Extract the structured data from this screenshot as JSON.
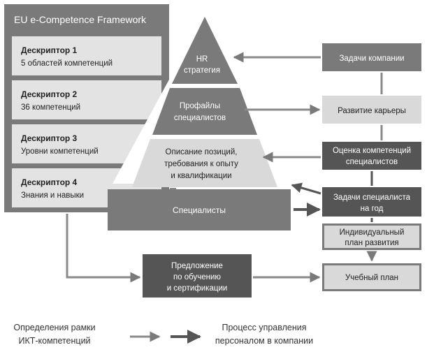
{
  "framework": {
    "title": "EU e-Competence Framework",
    "descriptors": [
      {
        "name": "Дескриптор 1",
        "desc": "5 областей компетенций"
      },
      {
        "name": "Дескриптор 2",
        "desc": "36 компетенций"
      },
      {
        "name": "Дескриптор 3",
        "desc": "Уровни компетенций"
      },
      {
        "name": "Дескриптор 4",
        "desc": "Знания и навыки"
      }
    ]
  },
  "pyramid": {
    "top": [
      "HR",
      "стратегия"
    ],
    "middle": [
      "Профайлы",
      "специалистов"
    ],
    "bottom": [
      "Описание позиций,",
      "требования к опыту",
      "и квалификации"
    ],
    "base": "Специалисты"
  },
  "right": {
    "company_tasks": "Задачи компании",
    "career": "Развитие карьеры",
    "assessment": [
      "Оценка компетенций",
      "специалистов"
    ],
    "annual_tasks": [
      "Задачи специалиста",
      "на год"
    ],
    "individual_plan": [
      "Индивидуальный",
      "план развития"
    ],
    "curriculum": "Учебный план"
  },
  "offer": [
    "Предложение",
    "по обучению",
    "и сертификации"
  ],
  "legend": {
    "left": [
      "Определения рамки",
      "ИКТ-компетенций"
    ],
    "right": [
      "Процесс управления",
      "персоналом в компании"
    ]
  },
  "colors": {
    "light": "#d9d9d9",
    "mid": "#7a7a7a",
    "dark": "#555555",
    "line": "#8a8a8a"
  }
}
